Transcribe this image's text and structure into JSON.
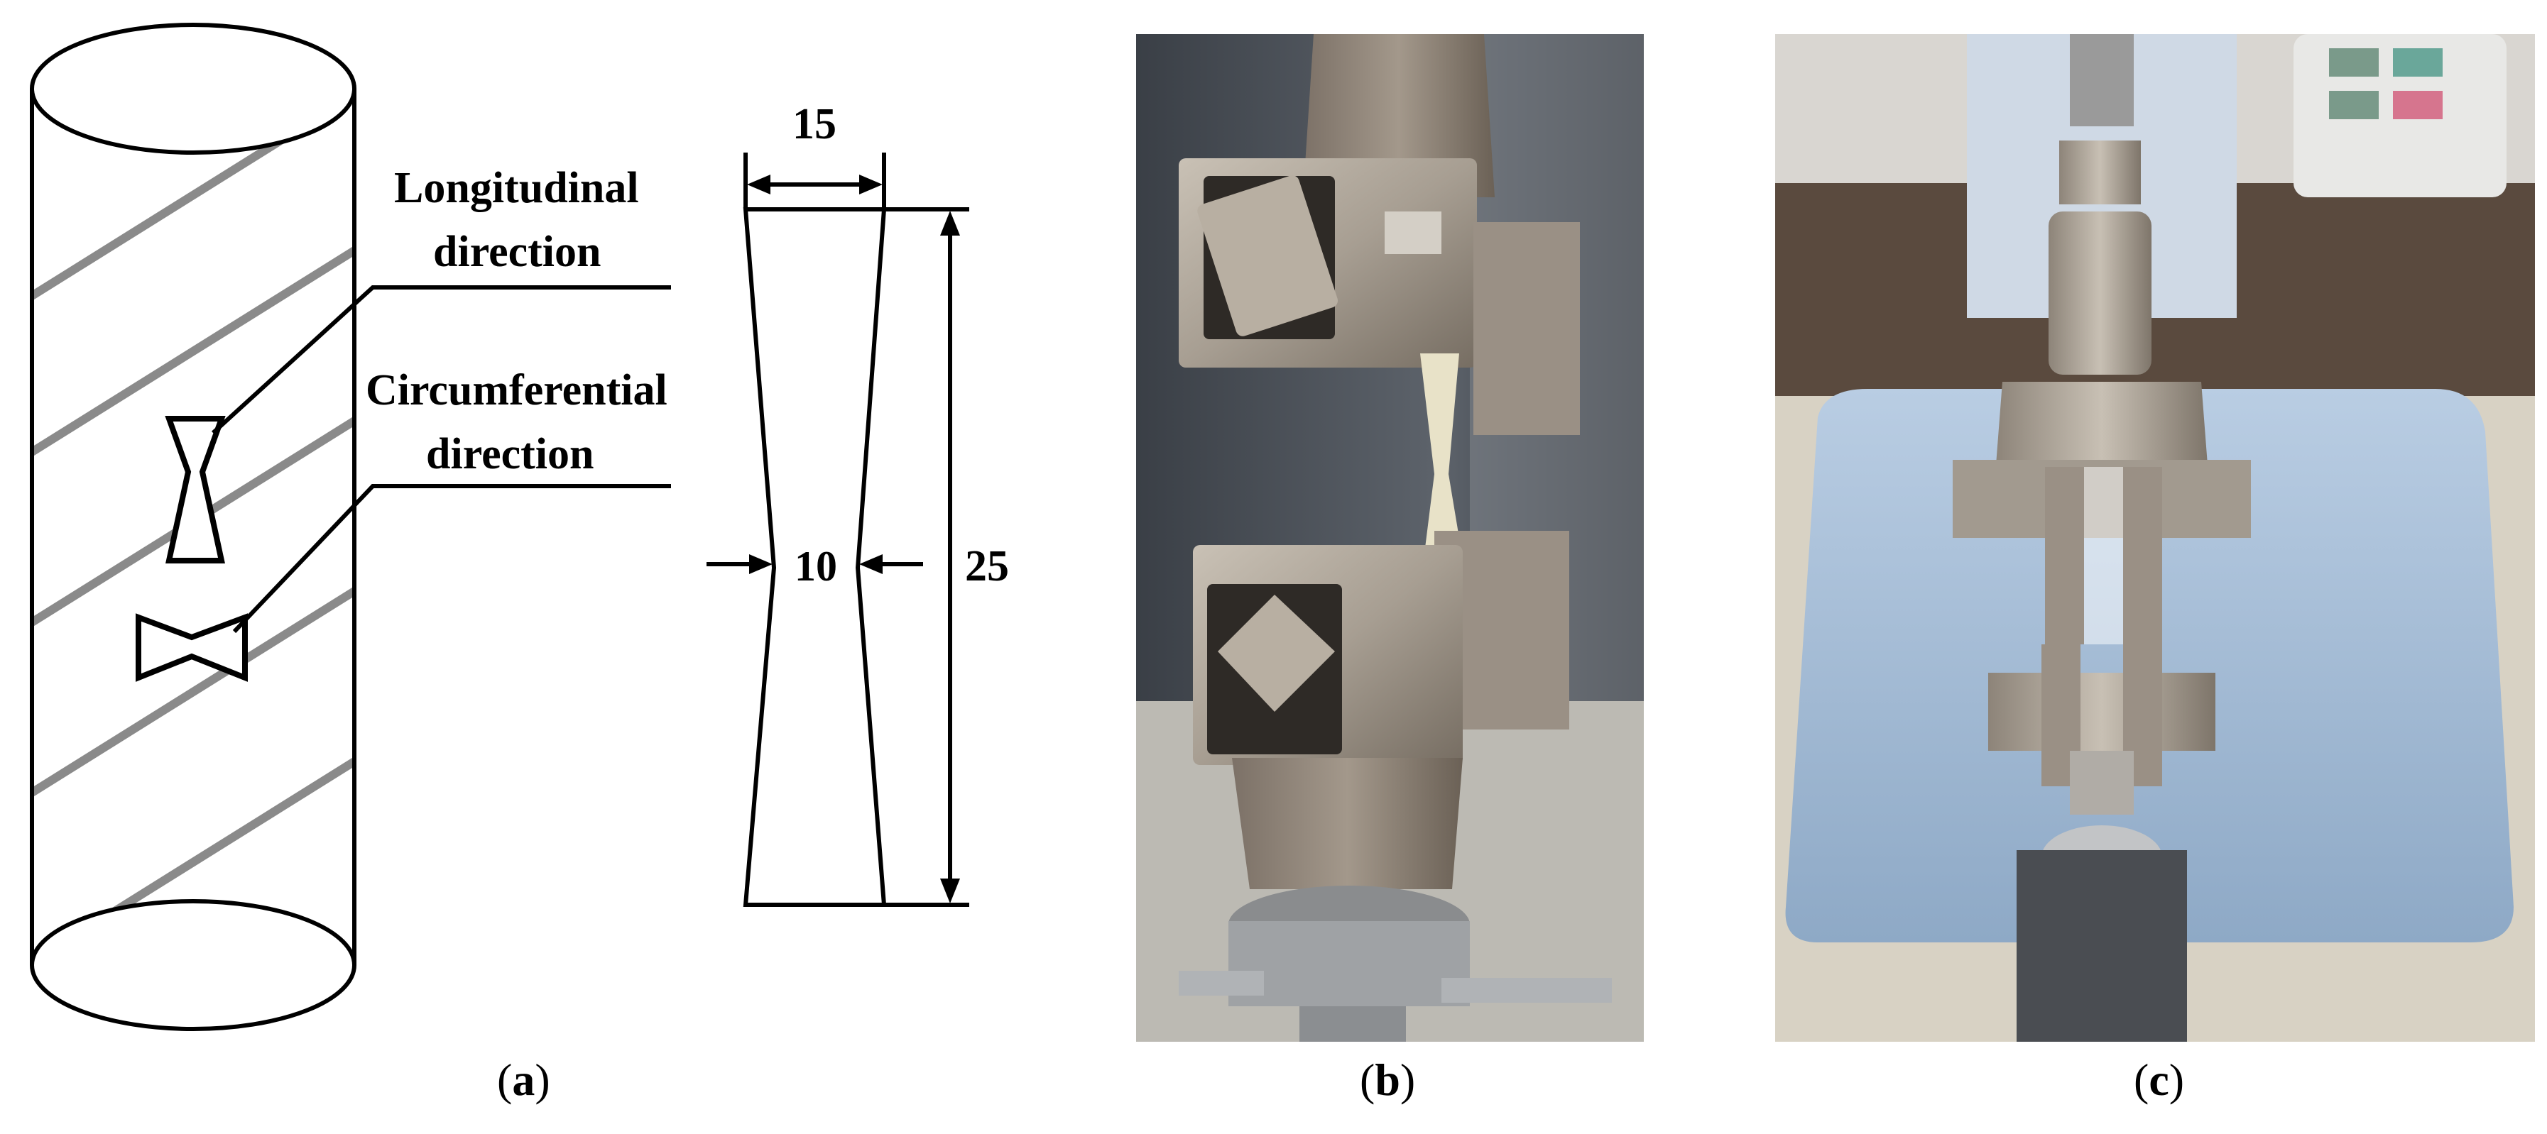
{
  "panel_a": {
    "label_longitudinal_line1": "Longitudinal",
    "label_longitudinal_line2": "direction",
    "label_circumferential_line1": "Circumferential",
    "label_circumferential_line2": "direction",
    "dim_top_width": "15",
    "dim_neck_width": "10",
    "dim_length": "25"
  },
  "captions": {
    "a": "a",
    "b": "b",
    "c": "c"
  },
  "colors": {
    "stripe": "#8a8a8a",
    "line": "#000000",
    "grip_steel": "#a79e92",
    "machine_blue": "#9db6d2",
    "specimen": "#e8e2c8"
  }
}
